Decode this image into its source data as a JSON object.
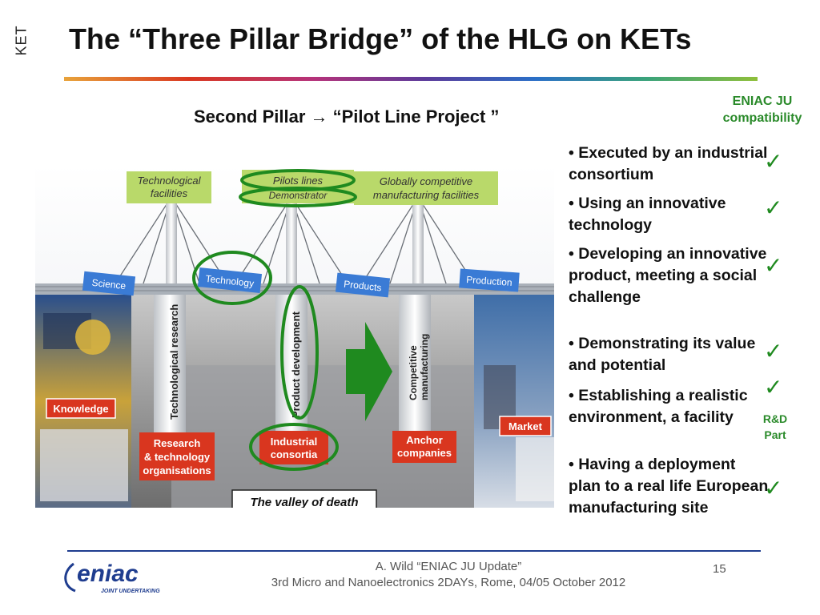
{
  "header": {
    "side_tag": "KET",
    "title": "The “Three Pillar Bridge” of the HLG on KETs"
  },
  "pillar_heading": "Second Pillar → “Pilot Line Project ”",
  "compat_heading": "ENIAC JU compatibility",
  "diagram": {
    "top_labels": {
      "technological_facilities": [
        "Technological",
        "facilities"
      ],
      "pilots_lines": "Pilots lines",
      "demonstrator": "Demonstrator",
      "globally_competitive": [
        "Globally competitive",
        "manufacturing facilities"
      ]
    },
    "deck_signs": [
      "Science",
      "Technology",
      "Products",
      "Production"
    ],
    "pillar_labels": {
      "technological_research": "Technological research",
      "product_development": "Product development",
      "competitive_manufacturing": [
        "Competitive",
        "manufacturing"
      ]
    },
    "bottom_labels": {
      "knowledge": "Knowledge",
      "research_tech_orgs": [
        "Research",
        "& technology",
        "organisations"
      ],
      "industrial_consortia": [
        "Industrial",
        "consortia"
      ],
      "anchor_companies": [
        "Anchor",
        "companies"
      ],
      "market": "Market",
      "valley_of_death": "The valley of death"
    }
  },
  "bullets": [
    {
      "text": "• Executed by an industrial consortium",
      "check": "✓"
    },
    {
      "text": "• Using an innovative technology",
      "check": "✓"
    },
    {
      "text": "• Developing an innovative product, meeting a social challenge",
      "check": "✓"
    },
    {
      "text": "• Demonstrating its value and potential",
      "check": "✓"
    },
    {
      "text": "• Establishing a realistic environment, a facility",
      "check": "✓"
    },
    {
      "text": "• Having a deployment plan to a real life European manufacturing site",
      "check": "✓"
    }
  ],
  "rd_part": "R&D Part",
  "footer": {
    "line1": "A. Wild “ENIAC JU Update”",
    "line2": "3rd Micro and Nanoelectronics 2DAYs, Rome, 04/05 October 2012",
    "page_number": "15",
    "logo_text": "eniac",
    "logo_sub": "JOINT UNDERTAKING"
  },
  "colors": {
    "accent_green": "#1f8a1f",
    "footer_blue": "#1f3d8f",
    "sign_blue": "#3a7bd5",
    "label_red": "#d9361f",
    "label_lime": "#b9d96a"
  }
}
